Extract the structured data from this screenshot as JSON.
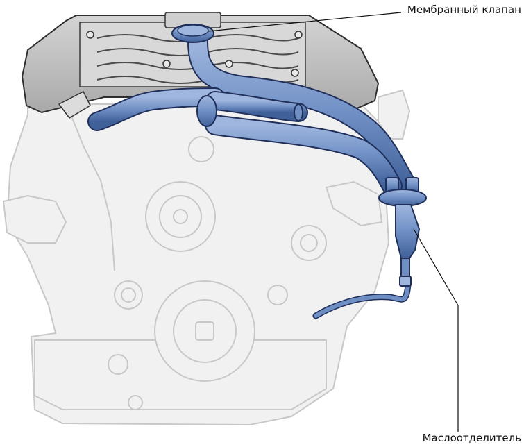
{
  "labels": {
    "membrane_valve": "Мембранный клапан",
    "oil_separator": "Маслоотделитель"
  },
  "colors": {
    "hose_fill": "#6f8fc4",
    "hose_stroke": "#1f2f5a",
    "engine_fill": "#f1f1f1",
    "engine_stroke": "#c8c8c8",
    "cover_fill": "#c2c2c2",
    "cover_stroke": "#2d2d2d",
    "leader_line": "#111111"
  },
  "parts": [
    "engine-block",
    "valve-cover",
    "membrane-valve",
    "crankcase-breather-hoses",
    "oil-separator",
    "drain-hose"
  ]
}
